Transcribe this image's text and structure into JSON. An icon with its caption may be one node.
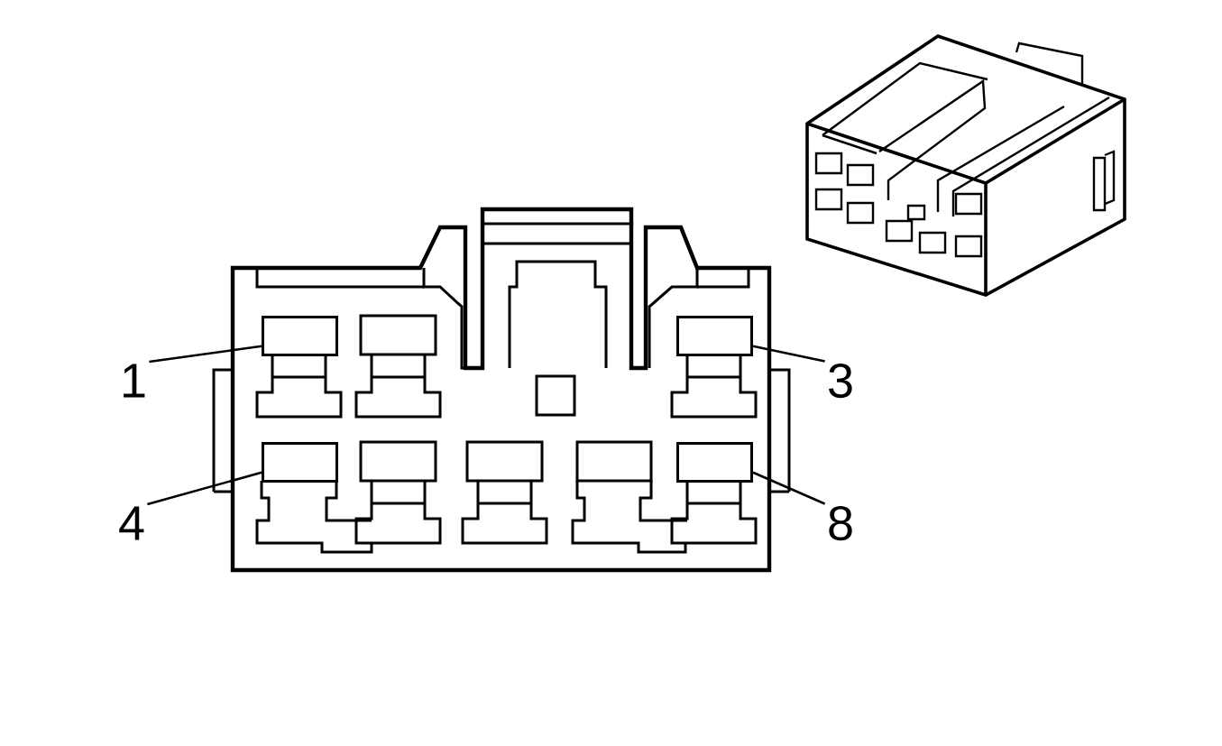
{
  "diagram": {
    "nodes": [
      {
        "text": [
          "1"
        ]
      },
      {
        "text": [],
        "shape": "box"
      },
      {
        "text": [
          "3"
        ]
      },
      {
        "text": [],
        "shape": "box"
      },
      {
        "text": [
          "4"
        ]
      },
      {
        "text": [],
        "shape": "box"
      },
      {
        "text": [
          "8"
        ]
      },
      {
        "text": [],
        "shape": "box"
      }
    ],
    "edges": [
      {
        "from": 0,
        "to": 1,
        "arrow": "none"
      },
      {
        "from": 2,
        "to": 3,
        "arrow": "none"
      },
      {
        "from": 4,
        "to": 5,
        "arrow": "none"
      },
      {
        "from": 6,
        "to": 7,
        "arrow": "none"
      }
    ]
  }
}
